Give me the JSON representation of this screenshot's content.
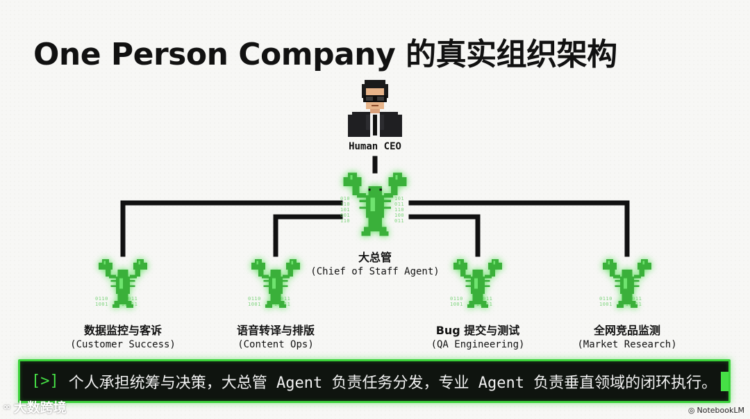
{
  "title": "One Person Company 的真实组织架构",
  "ceo": {
    "label": "Human CEO"
  },
  "chief": {
    "cn": "大总管",
    "en": "(Chief of Staff Agent)"
  },
  "agents": [
    {
      "cn": "数据监控与客诉",
      "en": "(Customer Success)"
    },
    {
      "cn": "语音转译与排版",
      "en": "(Content Ops)"
    },
    {
      "cn": "Bug 提交与测试",
      "en": "(QA Engineering)"
    },
    {
      "cn": "全网竞品监测",
      "en": "(Market Research)"
    }
  ],
  "terminal": {
    "prompt": "[>]",
    "text": "个人承担统筹与决策，大总管 Agent 负责任务分发，专业 Agent 负责垂直领域的闭环执行。"
  },
  "watermark": "大数跨境",
  "brand": "NotebookLM",
  "colors": {
    "accent": "#3ad23a",
    "line": "#111111",
    "terminal_bg": "#0f140f"
  }
}
